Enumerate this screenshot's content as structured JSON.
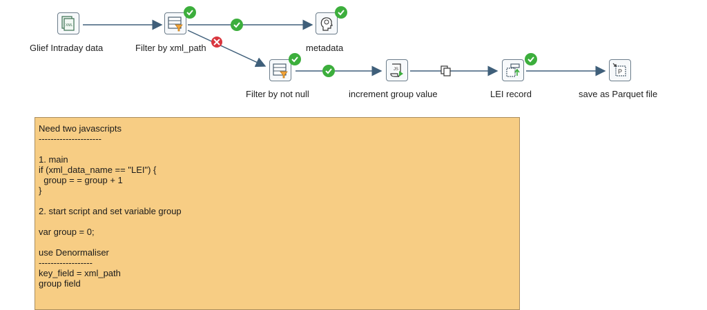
{
  "steps": {
    "gleif": "Glief Intraday data",
    "filter_xml": "Filter by xml_path",
    "metadata": "metadata",
    "filter_not_null": "Filter by not null",
    "increment": "increment group value",
    "lei_record": "LEI record",
    "save_parquet": "save as Parquet file"
  },
  "icons": {
    "gleif": "xml-input-icon",
    "filter_xml": "filter-rows-icon",
    "metadata": "metadata-head-icon",
    "filter_not_null": "filter-rows-icon",
    "increment": "javascript-icon",
    "lei_record": "denormaliser-icon",
    "save_parquet": "parquet-output-icon"
  },
  "note": {
    "lines": [
      "Need two javascripts",
      "---------------------",
      "",
      "1. main",
      "if (xml_data_name == \"LEI\") {",
      "  group = = group + 1",
      "}",
      "",
      "2. start script and set variable group",
      "",
      "var group = 0;",
      "",
      "use Denormaliser",
      "------------------",
      "key_field = xml_path",
      "group field"
    ]
  },
  "colors": {
    "hop": "#3f5f7a",
    "ok": "#3cae3c",
    "error": "#d9363e",
    "note_bg": "#f7cd84"
  }
}
